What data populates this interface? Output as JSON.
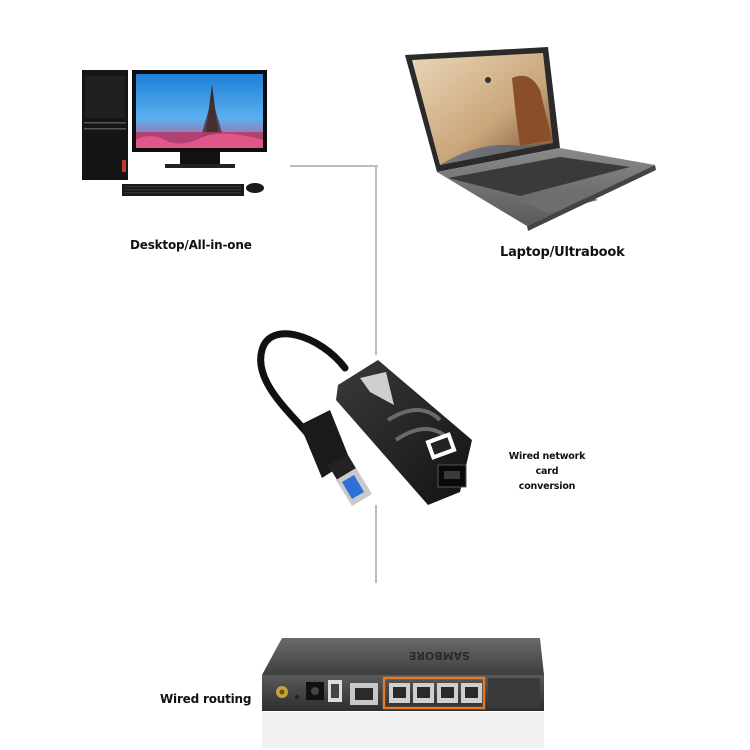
{
  "devices": {
    "desktop": {
      "label": "Desktop/All-in-one"
    },
    "laptop": {
      "label": "Laptop/Ultrabook"
    },
    "adapter": {
      "label_line1": "Wired network card",
      "label_line2": "conversion"
    },
    "router": {
      "label": "Wired routing",
      "brand_text": "SAMBORE"
    }
  },
  "colors": {
    "connector_line": "#bdbdbd",
    "router_port_accent": "#e07a2a",
    "usb_blue": "#2f6fd6"
  }
}
